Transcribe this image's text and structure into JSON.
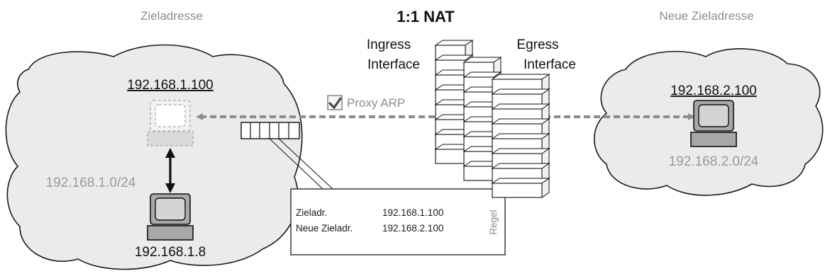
{
  "title": "1:1 NAT",
  "left_zone_label": "Zieladresse",
  "right_zone_label": "Neue Zieladresse",
  "ingress_label": [
    "Ingress",
    "Interface"
  ],
  "egress_label": [
    "Egress",
    "Interface"
  ],
  "proxy_arp": {
    "label": "Proxy ARP",
    "checked": true
  },
  "left_network": {
    "target_host_ip": "192.168.1.100",
    "subnet": "192.168.1.0/24",
    "local_host_ip": "192.168.1.8"
  },
  "right_network": {
    "host_ip": "192.168.2.100",
    "subnet": "192.168.2.0/24"
  },
  "rule": {
    "tab_label": "Regel",
    "rows": [
      {
        "key": "Zieladr.",
        "value": "192.168.1.100"
      },
      {
        "key": "Neue Zieladr.",
        "value": "192.168.2.100"
      }
    ]
  },
  "colors": {
    "cloud_fill": "#ebebeb",
    "cloud_stroke": "#1a1a1a",
    "dashed_link": "#8c8c8c",
    "ghost_host": "#b4b4b4",
    "check_mark": "#4a4a4a"
  }
}
